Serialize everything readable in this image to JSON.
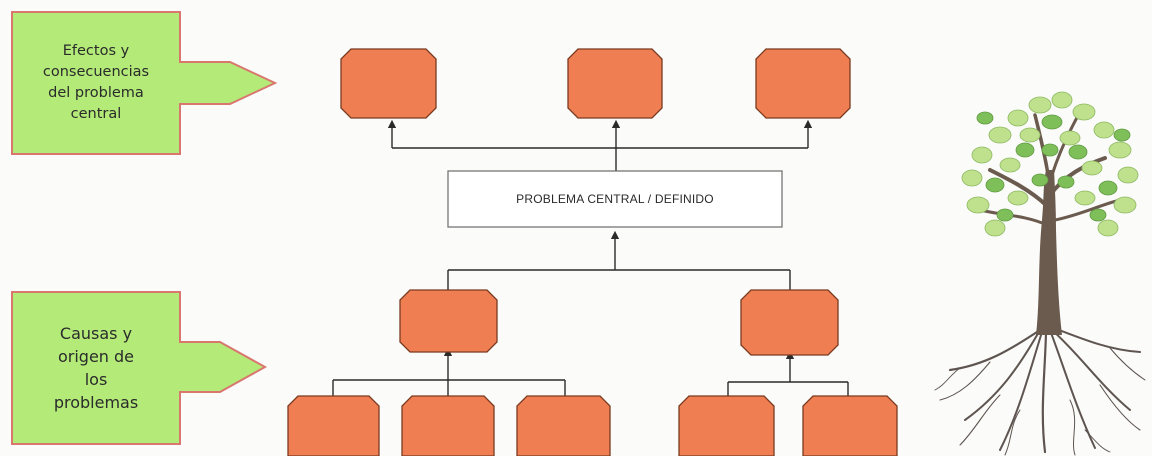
{
  "arrows": {
    "effects": {
      "lines": [
        "Efectos y",
        "consecuencias",
        "del problema",
        "central"
      ]
    },
    "causes": {
      "lines": [
        "Causas y",
        "origen de",
        "los",
        "problemas"
      ]
    }
  },
  "central_problem": {
    "label": "PROBLEMA CENTRAL / DEFINIDO"
  },
  "icons": {
    "tree": "tree-with-roots-icon"
  },
  "colors": {
    "box_fill": "#ef7f52",
    "box_stroke": "#7a3a20",
    "arrow_fill": "#b3ea78",
    "arrow_stroke": "#d9776f",
    "line": "#2b2b2b",
    "trunk": "#6b5a4e",
    "leaf_light": "#bfe08c",
    "leaf_dark": "#7fbf5a",
    "root": "#5e5550"
  }
}
